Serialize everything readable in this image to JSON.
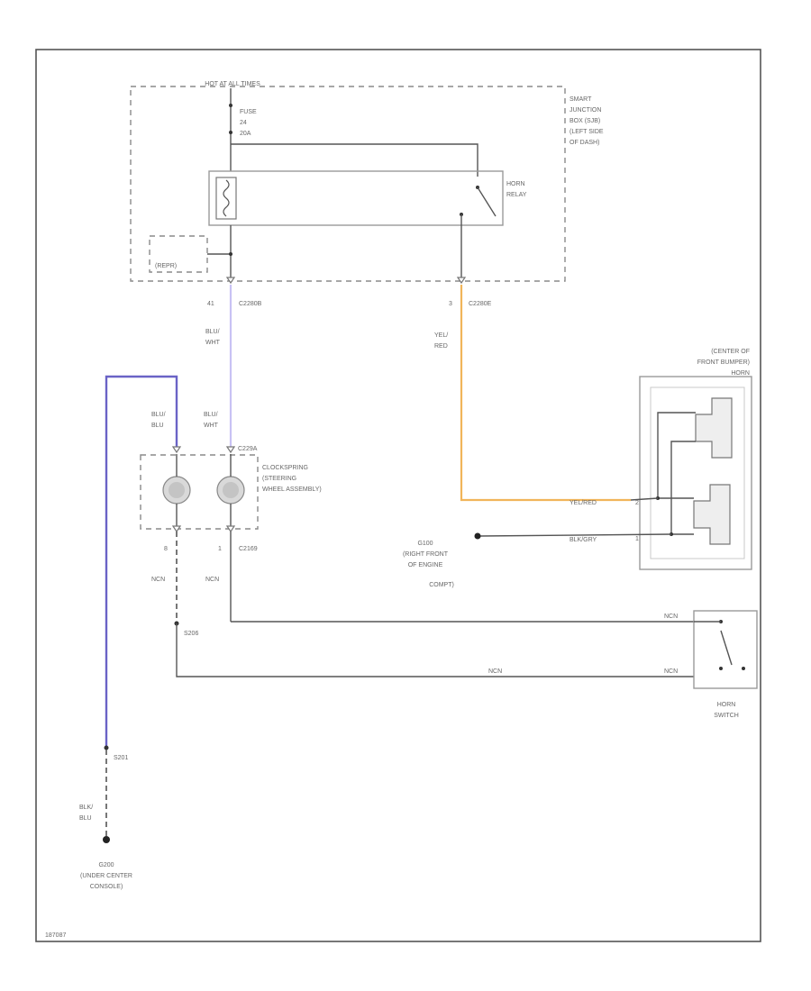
{
  "diagram": {
    "power_label": "HOT AT ALL TIMES",
    "fuse": {
      "line1": "FUSE",
      "line2": "24",
      "line3": "20A"
    },
    "sjb": {
      "line1": "SMART",
      "line2": "JUNCTION",
      "line3": "BOX (SJB)",
      "line4": "(LEFT SIDE",
      "line5": "OF DASH)"
    },
    "horn_relay": {
      "line1": "HORN",
      "line2": "RELAY"
    },
    "module_label": "(REPR)",
    "connectors": {
      "c2280_a": {
        "pin": "41",
        "name": "C2280B"
      },
      "c2280_b": {
        "pin": "3",
        "name": "C2280E"
      },
      "c229a": "C229A",
      "c2169": {
        "pin_left": "8",
        "pin_right": "1",
        "name": "C2169"
      }
    },
    "wires": {
      "blu_wht_1": {
        "line1": "BLU/",
        "line2": "WHT"
      },
      "yel_red": {
        "line1": "YEL/",
        "line2": "RED"
      },
      "blu_blu": {
        "line1": "BLU/",
        "line2": "BLU"
      },
      "blu_wht_2": {
        "line1": "BLU/",
        "line2": "WHT"
      },
      "ncn_left": "NCN",
      "ncn_right": "NCN",
      "horn_feed": "YEL/RED",
      "horn_ground": "BLK/GRY",
      "switch_top": "NCN",
      "switch_bottom": "NCN",
      "switch_bottom_mid": "NCN",
      "blu_blu_bottom": {
        "line1": "BLK/",
        "line2": "BLU"
      }
    },
    "clockspring": {
      "line1": "CLOCKSPRING",
      "line2": "(STEERING",
      "line3": "WHEEL ASSEMBLY)"
    },
    "horn": {
      "line1": "(CENTER OF",
      "line2": "FRONT BUMPER)",
      "line3": "HORN"
    },
    "horn_pins": {
      "feed": "2",
      "ground": "1"
    },
    "ground_g100": {
      "line1": "G100",
      "line2": "(RIGHT FRONT",
      "line3": "OF ENGINE",
      "line4": "COMPT)"
    },
    "splice_s206": "S206",
    "splice_s201": "S201",
    "ground_g200": {
      "line1": "G200",
      "line2": "(UNDER CENTER",
      "line3": "CONSOLE)"
    },
    "horn_switch": {
      "line1": "HORN",
      "line2": "SWITCH"
    },
    "footer_id": "187087"
  },
  "colors": {
    "wire_blue_white": "#c8c2f4",
    "wire_blue_blue": "#6a63c6",
    "wire_yellow_red": "#f1b55a",
    "wire_gray": "#555555"
  }
}
